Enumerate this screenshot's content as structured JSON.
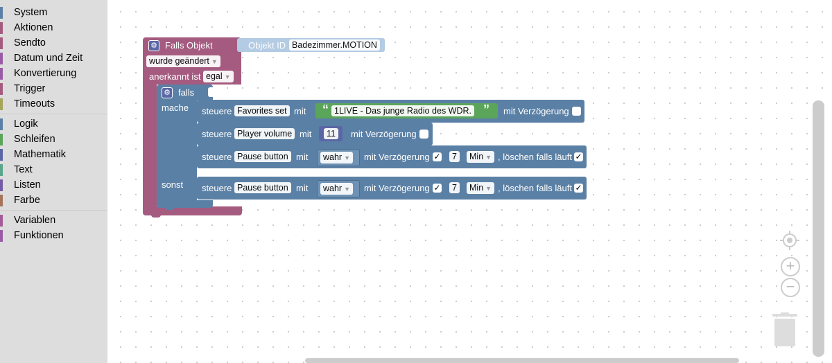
{
  "toolbox": {
    "group1": [
      {
        "label": "System",
        "color": "#5b80a5"
      },
      {
        "label": "Aktionen",
        "color": "#a55b80"
      },
      {
        "label": "Sendto",
        "color": "#a55b80"
      },
      {
        "label": "Datum und Zeit",
        "color": "#995ba5"
      },
      {
        "label": "Konvertierung",
        "color": "#995ba5"
      },
      {
        "label": "Trigger",
        "color": "#a55b80"
      },
      {
        "label": "Timeouts",
        "color": "#a5a55b"
      }
    ],
    "group2": [
      {
        "label": "Logik",
        "color": "#5b80a5"
      },
      {
        "label": "Schleifen",
        "color": "#5ba55b"
      },
      {
        "label": "Mathematik",
        "color": "#5b67a5"
      },
      {
        "label": "Text",
        "color": "#5ba58c"
      },
      {
        "label": "Listen",
        "color": "#745ba5"
      },
      {
        "label": "Farbe",
        "color": "#a5745b"
      }
    ],
    "group3": [
      {
        "label": "Variablen",
        "color": "#a55b99"
      },
      {
        "label": "Funktionen",
        "color": "#995ba5"
      }
    ]
  },
  "trigger": {
    "title": "Falls Objekt",
    "object_id_label": "Objekt ID",
    "object_id_value": "Badezimmer.MOTION",
    "change_value": "wurde geändert",
    "ack_label": "anerkannt ist",
    "ack_value": "egal"
  },
  "ifblock": {
    "falls_label": "falls",
    "mache_label": "mache",
    "sonst_label": "sonst"
  },
  "stmt1": {
    "steuere": "steuere",
    "target": "Favorites set",
    "mit": "mit",
    "open_quote": "“",
    "text_value": "1LIVE - Das junge Radio des WDR.",
    "close_quote": "”",
    "delay_label": "mit Verzögerung"
  },
  "stmt2": {
    "steuere": "steuere",
    "target": "Player volume",
    "mit": "mit",
    "number_value": "11",
    "delay_label": "mit Verzögerung"
  },
  "stmt3": {
    "steuere": "steuere",
    "target": "Pause button",
    "mit": "mit",
    "bool_value": "wahr",
    "delay_label": "mit Verzögerung",
    "delay_check": "✓",
    "delay_value": "7",
    "unit": "Min",
    "clear_label": ", löschen falls läuft",
    "clear_check": "✓"
  },
  "stmt4": {
    "steuere": "steuere",
    "target": "Pause button",
    "mit": "mit",
    "bool_value": "wahr",
    "delay_label": "mit Verzögerung",
    "delay_check": "✓",
    "delay_value": "7",
    "unit": "Min",
    "clear_label": ", löschen falls läuft",
    "clear_check": "✓"
  },
  "controls": {
    "zoom_in": "+",
    "zoom_out": "−",
    "center_icon": "target-icon",
    "trash_icon": "trash-icon"
  }
}
